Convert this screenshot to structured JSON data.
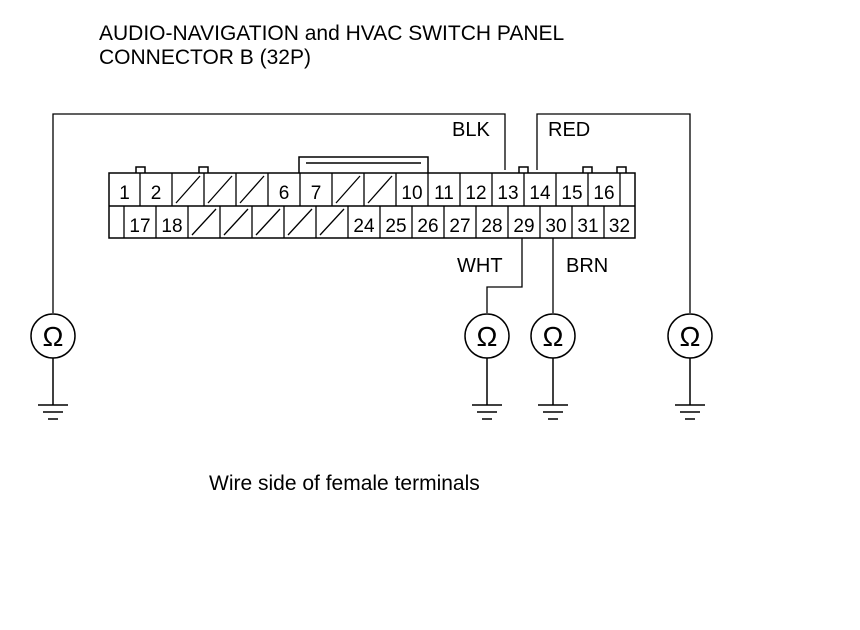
{
  "title": {
    "line1": "AUDIO-NAVIGATION and HVAC SWITCH PANEL",
    "line2": "CONNECTOR B (32P)"
  },
  "connector": {
    "top_row": [
      "1",
      "2",
      "",
      "",
      "",
      "6",
      "7",
      "",
      "",
      "10",
      "11",
      "12",
      "13",
      "14",
      "15",
      "16"
    ],
    "bottom_row": [
      "",
      "17",
      "18",
      "",
      "",
      "",
      "",
      "",
      "24",
      "25",
      "26",
      "27",
      "28",
      "29",
      "30",
      "31",
      "32"
    ]
  },
  "wires": {
    "blk": "BLK",
    "red": "RED",
    "wht": "WHT",
    "brn": "BRN"
  },
  "meters": {
    "symbol": "Ω",
    "count": 4
  },
  "caption": "Wire side of female terminals"
}
